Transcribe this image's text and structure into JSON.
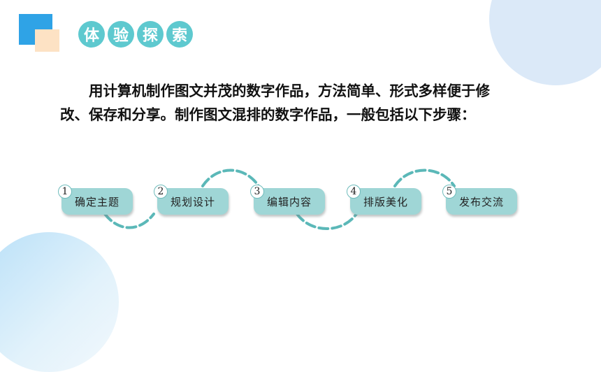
{
  "header": {
    "title_chars": [
      "体",
      "验",
      "探",
      "索"
    ]
  },
  "body": {
    "paragraph": "用计算机制作图文并茂的数字作品，方法简单、形式多样便于修改、保存和分享。制作图文混排的数字作品，一般包括以下步骤："
  },
  "steps": [
    {
      "number": "1",
      "label": "确定主题"
    },
    {
      "number": "2",
      "label": "规划设计"
    },
    {
      "number": "3",
      "label": "编辑内容"
    },
    {
      "number": "4",
      "label": "排版美化"
    },
    {
      "number": "5",
      "label": "发布交流"
    }
  ],
  "colors": {
    "title_circle": "#5ec9cf",
    "step_fill": "#9fd6d6",
    "connector": "#5bb8b8",
    "accent_blue": "#2fa3e6",
    "accent_peach": "#fde2c4"
  }
}
